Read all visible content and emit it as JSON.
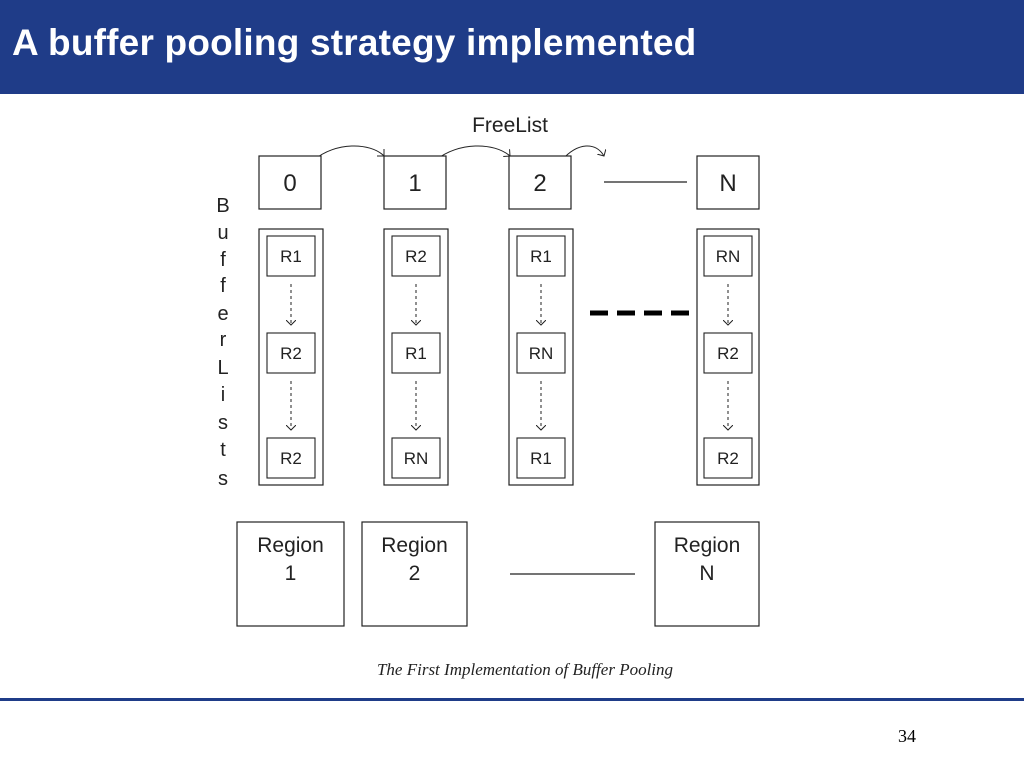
{
  "slide": {
    "title": "A buffer pooling strategy implemented",
    "page_number": "34"
  },
  "diagram": {
    "freelist_label": "FreeList",
    "side_label_letters": [
      "B",
      "u",
      "f",
      "f",
      "e",
      "r",
      "L",
      "i",
      "s",
      "t",
      "s"
    ],
    "freelist_slots": [
      "0",
      "1",
      "2",
      "N"
    ],
    "buffer_lists": [
      [
        "R1",
        "R2",
        "R2"
      ],
      [
        "R2",
        "R1",
        "RN"
      ],
      [
        "R1",
        "RN",
        "R1"
      ],
      [
        "RN",
        "R2",
        "R2"
      ]
    ],
    "regions": [
      {
        "line1": "Region",
        "line2": "1"
      },
      {
        "line1": "Region",
        "line2": "2"
      },
      {
        "line1": "Region",
        "line2": "N"
      }
    ],
    "caption": "The First Implementation of Buffer Pooling"
  },
  "colors": {
    "title_bar": "#1f3c88",
    "title_text": "#ffffff",
    "diagram_stroke": "#222222"
  }
}
